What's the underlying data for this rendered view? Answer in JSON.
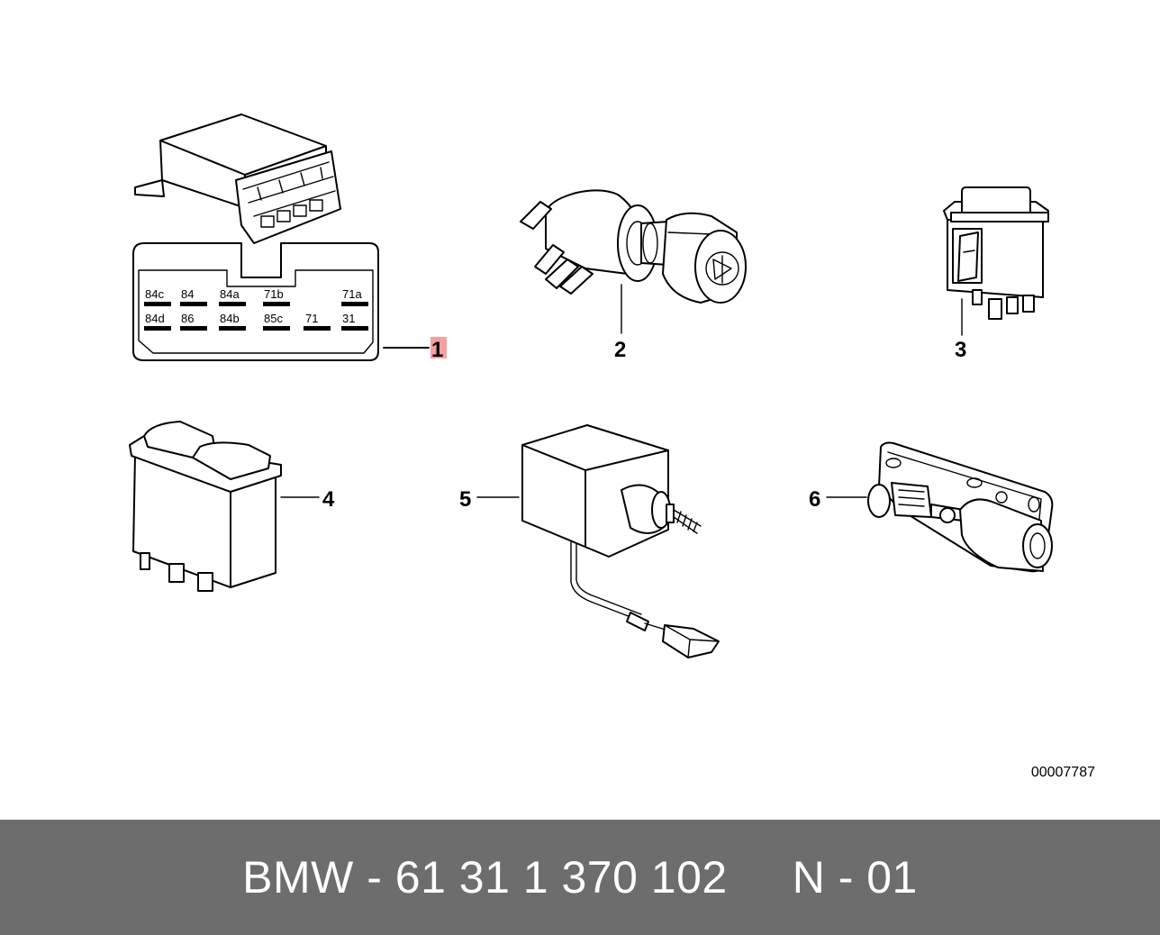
{
  "diagram": {
    "callouts": [
      "1",
      "2",
      "3",
      "4",
      "5",
      "6"
    ],
    "highlight_color": "#f4a0a0",
    "connector_pins": {
      "row1": [
        "84c",
        "84",
        "84a",
        "71b",
        "71a"
      ],
      "row2": [
        "84d",
        "86",
        "84b",
        "85c",
        "71",
        "31"
      ]
    },
    "reference_number": "00007787"
  },
  "footer": {
    "part_text": "BMW - 61 31 1 370 102",
    "variant_text": "N - 01",
    "background": "#6d6d6d"
  }
}
